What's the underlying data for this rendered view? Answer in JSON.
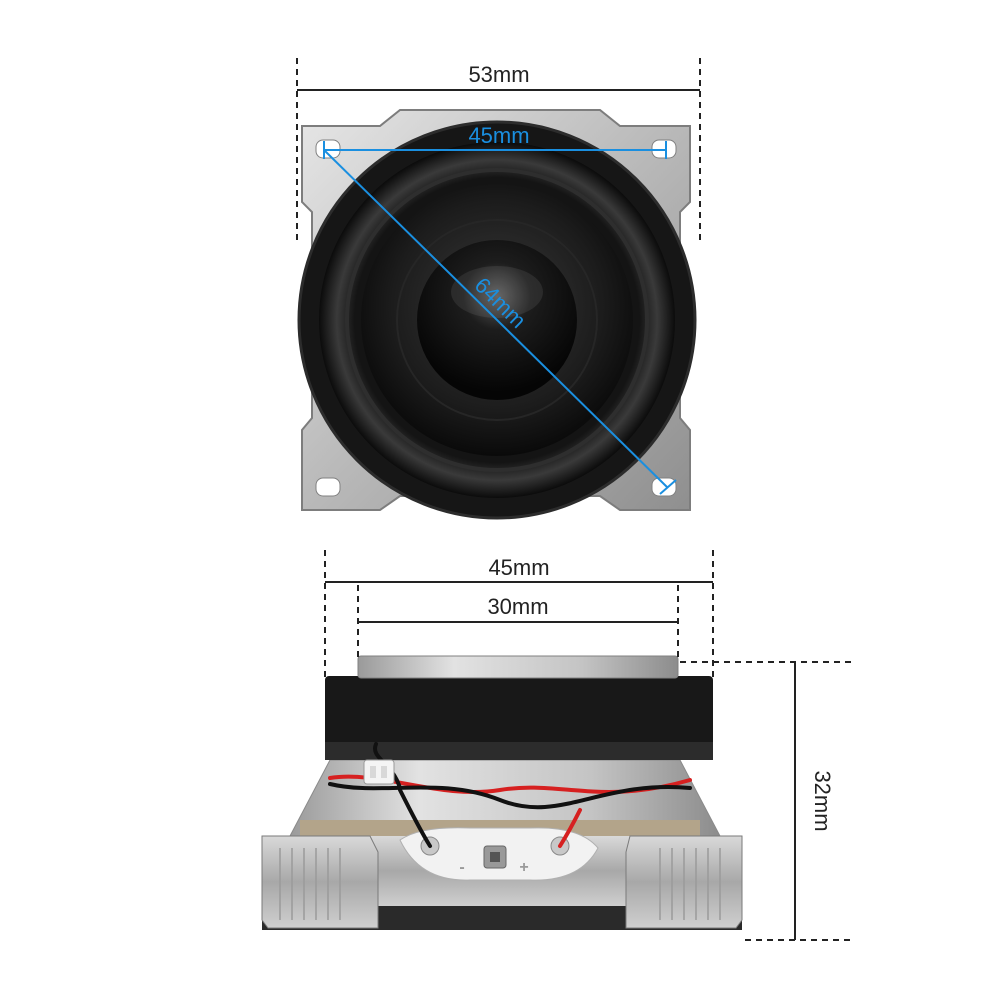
{
  "top_view": {
    "width_label": "53mm",
    "hole_spacing_label": "45mm",
    "diagonal_label": "64mm"
  },
  "side_view": {
    "outer_width_label": "45mm",
    "inner_width_label": "30mm",
    "depth_label": "32mm",
    "terminal_minus": "-",
    "terminal_plus": "+"
  },
  "colors": {
    "dimension_line": "#222222",
    "accent_blue": "#1a8fe0",
    "wire_red": "#d62020",
    "wire_black": "#111111"
  }
}
